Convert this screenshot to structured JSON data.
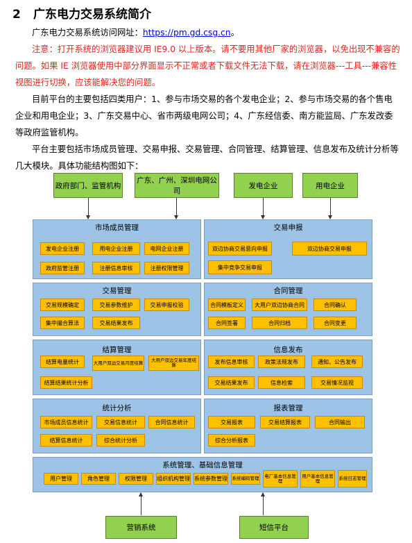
{
  "heading": {
    "number": "2",
    "title": "广东电力交易系统简介"
  },
  "intro": {
    "prefix": "广东电力交易系统访问网址：",
    "url": "https://pm.gd.csg.cn",
    "suffix": "。"
  },
  "notice": "注意：打开系统的浏览器建议用 IE9.0 以上版本。请不要用其他厂家的浏览器，以免出现不兼容的问题。如果 IE 浏览器使用中部分界面显示不正常或者下载文件无法下载，请在浏览器---工具---兼容性视图进行切换，应该能解决您的问题。",
  "users_text": "目前平台的主要包括四类用户：1、参与市场交易的各个发电企业；2、参与市场交易的各个售电企业和用电企业；3、广东交易中心、省市两级电网公司；4、广东经信委、南方能监局、广东发改委等政府监管机构。",
  "modules_text": "平台主要包括市场成员管理、交易申报、交易管理、合同管理、结算管理、信息发布及统计分析等几大模块。具体功能结构图如下：",
  "diagram": {
    "top_users": [
      "政府部门、监管机构",
      "广东、广州、深圳电网公司",
      "发电企业",
      "用电企业"
    ],
    "market": {
      "title": "市场成员管理",
      "items": [
        "发电企业注册",
        "用电企业注册",
        "电网企业注册",
        "政府监管注册",
        "注册信息审核",
        "注册权限管理"
      ]
    },
    "declare": {
      "title": "交易申报",
      "items": [
        "双边协商交易意向申报",
        "双边协商交易申报",
        "集中竞争交易申报"
      ]
    },
    "trade": {
      "title": "交易管理",
      "items": [
        "交易规模确定",
        "交易参数维护",
        "交易申报校验",
        "集中撮合算法",
        "交易结果发布"
      ]
    },
    "contract": {
      "title": "合同管理",
      "items": [
        "合同模板定义",
        "大用户双边协商合同",
        "合同确认",
        "合同签署",
        "合同归档",
        "合同变更"
      ]
    },
    "settle": {
      "title": "结算管理",
      "items": [
        "结算电量统计",
        "大用户双边交易月度结算",
        "大用户双边交易年度结算",
        "结算结果统计分析"
      ]
    },
    "info": {
      "title": "信息发布",
      "items": [
        "发布信息审核",
        "政策法规发布",
        "通知、公告发布",
        "交易结果发布",
        "信息检索",
        "交易情况监视"
      ]
    },
    "stats": {
      "title": "统计分析",
      "items": [
        "市场成员信息统计",
        "交易信息统计",
        "合同信息统计",
        "结算信息统计",
        "综合统计分析"
      ]
    },
    "report": {
      "title": "报表管理",
      "items": [
        "交易报表",
        "交易结算报表",
        "合同输出",
        "综合分析报表"
      ]
    },
    "system": {
      "title": "系统管理、基础信息管理",
      "items": [
        "用户管理",
        "角色管理",
        "权限管理",
        "组织机构管理",
        "系统参数管理",
        "系统编码管理",
        "电厂基本信息管理",
        "用户基本信息管理",
        "系统日志管理"
      ]
    },
    "bottom_systems": [
      "营销系统",
      "短信平台"
    ]
  }
}
